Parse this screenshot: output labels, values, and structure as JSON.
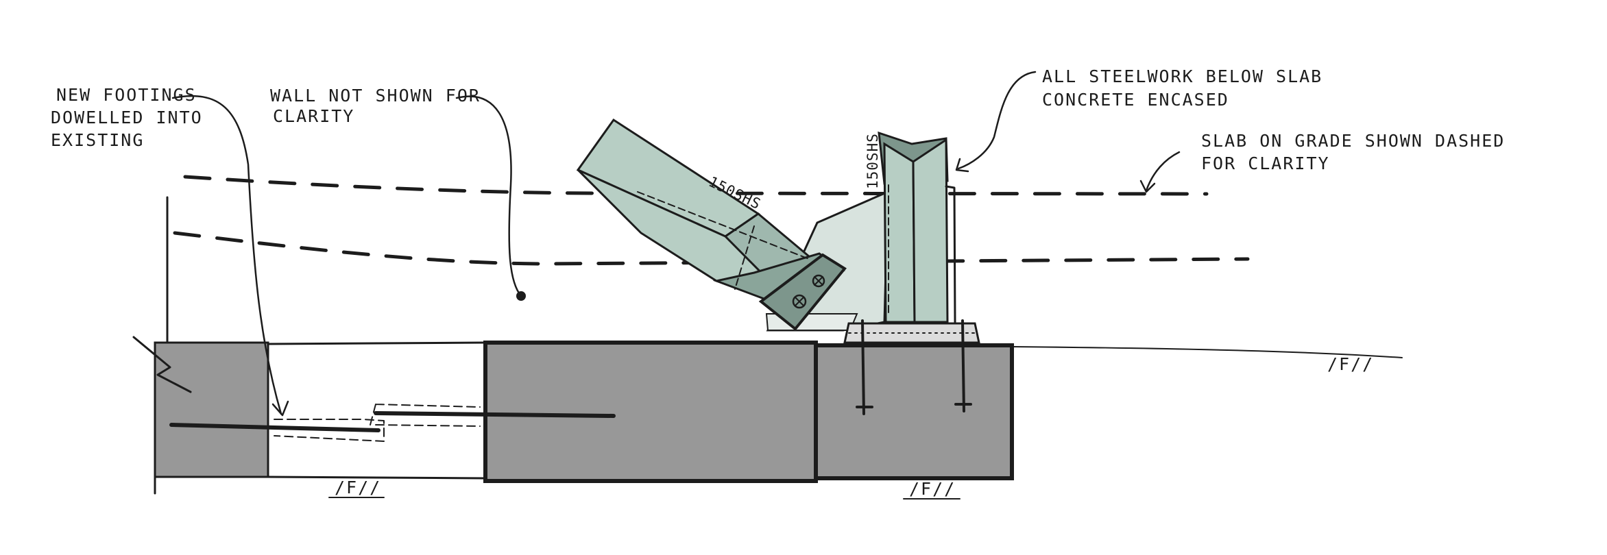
{
  "annotations": {
    "footings_line1": "NEW FOOTINGS",
    "footings_line2": "DOWELLED INTO",
    "footings_line3": "EXISTING",
    "wall_line1": "WALL NOT SHOWN FOR",
    "wall_line2": "CLARITY",
    "steel_line1": "ALL STEELWORK BELOW SLAB",
    "steel_line2": "CONCRETE ENCASED",
    "slab_line1": "SLAB ON GRADE SHOWN DASHED",
    "slab_line2": "FOR CLARITY"
  },
  "member_labels": {
    "diagonal": "150SHS",
    "vertical": "150SHS"
  },
  "ground_symbol": "/F//",
  "colors": {
    "concrete": "#989898",
    "steel": "#b7cec4",
    "steel_dark": "#7d968c",
    "gusset": "#d8e3de",
    "ink": "#1c1c1c"
  }
}
